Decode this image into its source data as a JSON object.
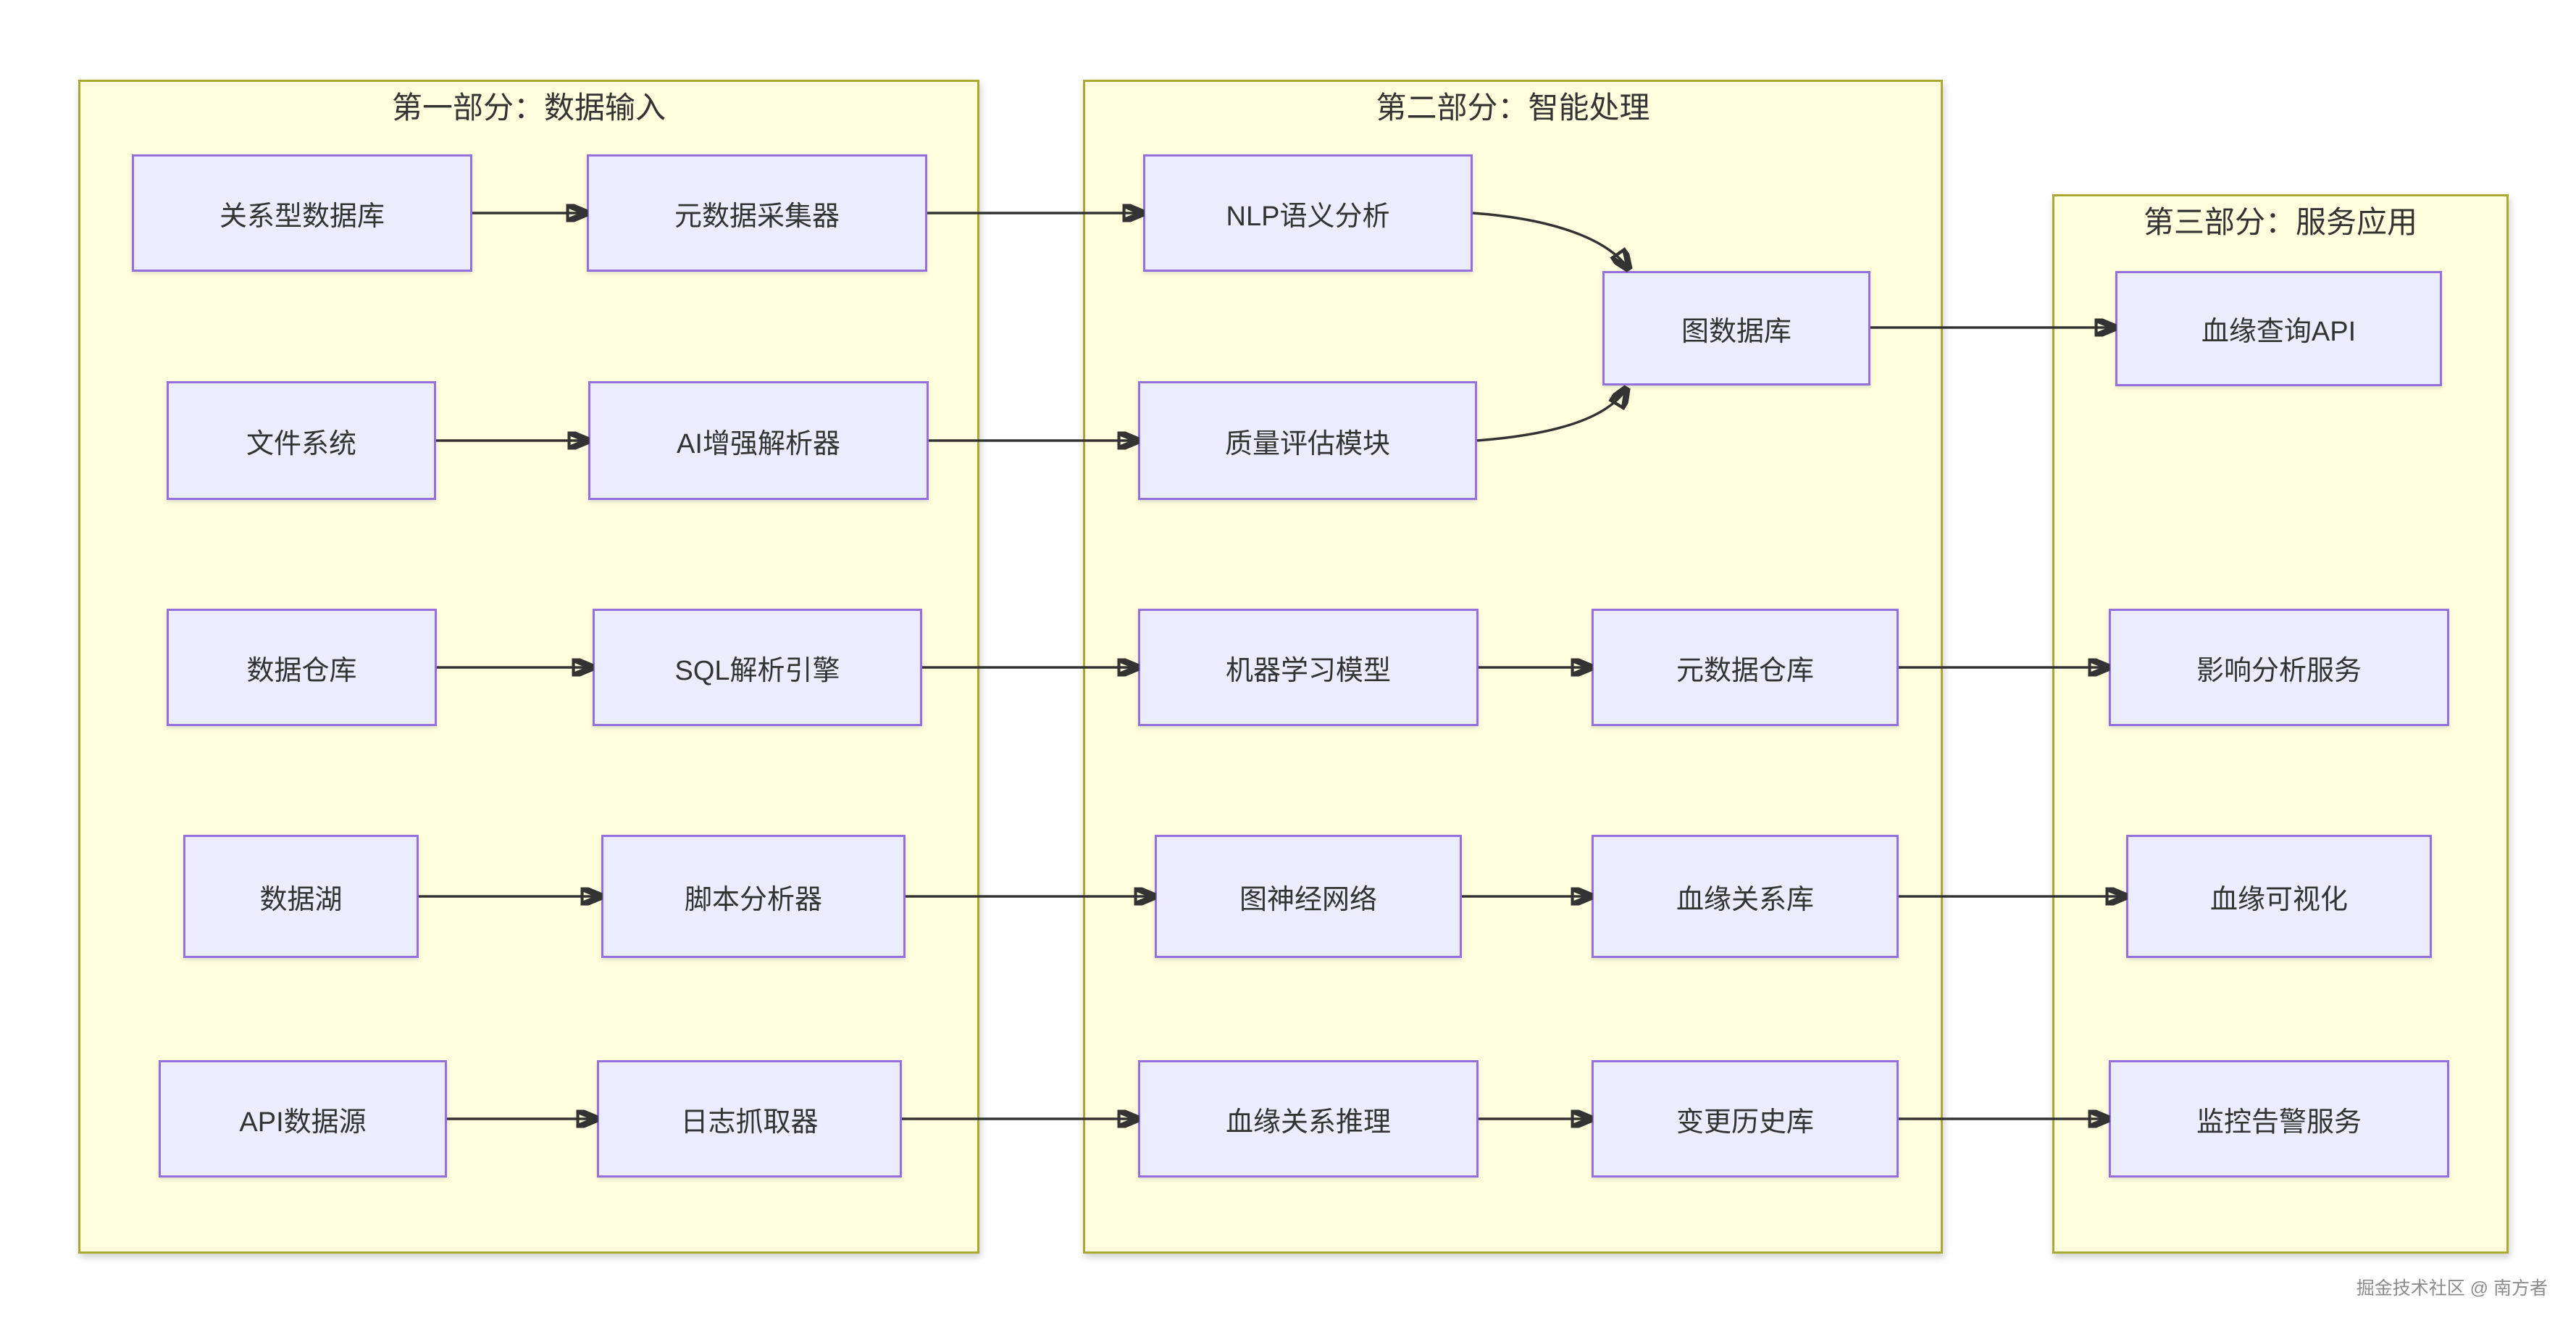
{
  "diagram": {
    "colors": {
      "section_fill": "#ffffde",
      "section_border": "#aaaa33",
      "node_fill": "#ECECFF",
      "node_border": "#9370DB",
      "text": "#333333",
      "arrow": "#333333"
    },
    "sections": [
      {
        "title": "第一部分：数据输入"
      },
      {
        "title": "第二部分：智能处理"
      },
      {
        "title": "第三部分：服务应用"
      }
    ],
    "nodes": [
      {
        "label": "关系型数据库"
      },
      {
        "label": "元数据采集器"
      },
      {
        "label": "文件系统"
      },
      {
        "label": "AI增强解析器"
      },
      {
        "label": "数据仓库"
      },
      {
        "label": "SQL解析引擎"
      },
      {
        "label": "数据湖"
      },
      {
        "label": "脚本分析器"
      },
      {
        "label": "API数据源"
      },
      {
        "label": "日志抓取器"
      },
      {
        "label": "NLP语义分析"
      },
      {
        "label": "质量评估模块"
      },
      {
        "label": "图数据库"
      },
      {
        "label": "机器学习模型"
      },
      {
        "label": "元数据仓库"
      },
      {
        "label": "图神经网络"
      },
      {
        "label": "血缘关系库"
      },
      {
        "label": "血缘关系推理"
      },
      {
        "label": "变更历史库"
      },
      {
        "label": "血缘查询API"
      },
      {
        "label": "影响分析服务"
      },
      {
        "label": "血缘可视化"
      },
      {
        "label": "监控告警服务"
      }
    ],
    "edges": [
      {
        "from": "关系型数据库",
        "to": "元数据采集器"
      },
      {
        "from": "文件系统",
        "to": "AI增强解析器"
      },
      {
        "from": "数据仓库",
        "to": "SQL解析引擎"
      },
      {
        "from": "数据湖",
        "to": "脚本分析器"
      },
      {
        "from": "API数据源",
        "to": "日志抓取器"
      },
      {
        "from": "元数据采集器",
        "to": "NLP语义分析"
      },
      {
        "from": "AI增强解析器",
        "to": "质量评估模块"
      },
      {
        "from": "SQL解析引擎",
        "to": "机器学习模型"
      },
      {
        "from": "脚本分析器",
        "to": "图神经网络"
      },
      {
        "from": "日志抓取器",
        "to": "血缘关系推理"
      },
      {
        "from": "NLP语义分析",
        "to": "图数据库"
      },
      {
        "from": "质量评估模块",
        "to": "图数据库"
      },
      {
        "from": "机器学习模型",
        "to": "元数据仓库"
      },
      {
        "from": "图神经网络",
        "to": "血缘关系库"
      },
      {
        "from": "血缘关系推理",
        "to": "变更历史库"
      },
      {
        "from": "图数据库",
        "to": "血缘查询API"
      },
      {
        "from": "元数据仓库",
        "to": "影响分析服务"
      },
      {
        "from": "血缘关系库",
        "to": "血缘可视化"
      },
      {
        "from": "变更历史库",
        "to": "监控告警服务"
      }
    ]
  },
  "watermark": {
    "text": "掘金技术社区 @ 南方者"
  }
}
